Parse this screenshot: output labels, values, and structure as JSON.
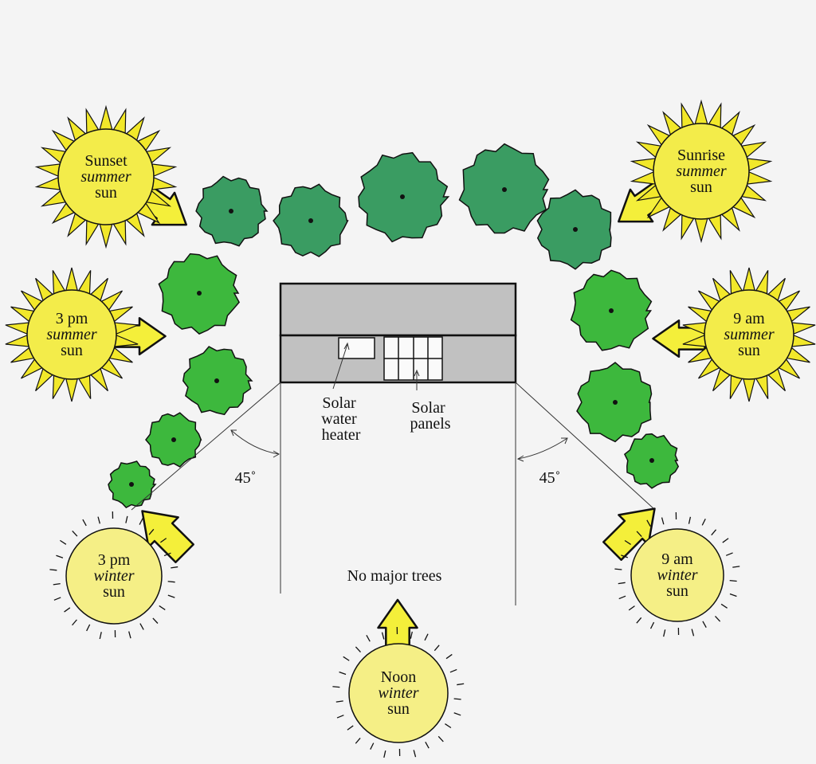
{
  "suns": [
    {
      "id": "sunset-summer",
      "line1": "Sunset",
      "line2": "summer",
      "line3": "sun",
      "season": "summer"
    },
    {
      "id": "sunrise-summer",
      "line1": "Sunrise",
      "line2": "summer",
      "line3": "sun",
      "season": "summer"
    },
    {
      "id": "3pm-summer",
      "line1": "3 pm",
      "line2": "summer",
      "line3": "sun",
      "season": "summer"
    },
    {
      "id": "9am-summer",
      "line1": "9 am",
      "line2": "summer",
      "line3": "sun",
      "season": "summer"
    },
    {
      "id": "3pm-winter",
      "line1": "3 pm",
      "line2": "winter",
      "line3": "sun",
      "season": "winter"
    },
    {
      "id": "9am-winter",
      "line1": "9 am",
      "line2": "winter",
      "line3": "sun",
      "season": "winter"
    },
    {
      "id": "noon-winter",
      "line1": "Noon",
      "line2": "winter",
      "line3": "sun",
      "season": "winter"
    }
  ],
  "labels": {
    "water_heater": [
      "Solar",
      "water",
      "heater"
    ],
    "panels": [
      "Solar",
      "panels"
    ],
    "angle_left": "45˚",
    "angle_right": "45˚",
    "no_trees": "No major trees"
  },
  "colors": {
    "background": "#f4f4f4",
    "summer_sun": "#f3ec4a",
    "summer_rays": "#f2e82a",
    "winter_sun": "#f5ef86",
    "dark_tree": "#3a9c62",
    "light_tree": "#3db83d",
    "arrow": "#f4ef3a",
    "house": "#c1c1c1"
  }
}
